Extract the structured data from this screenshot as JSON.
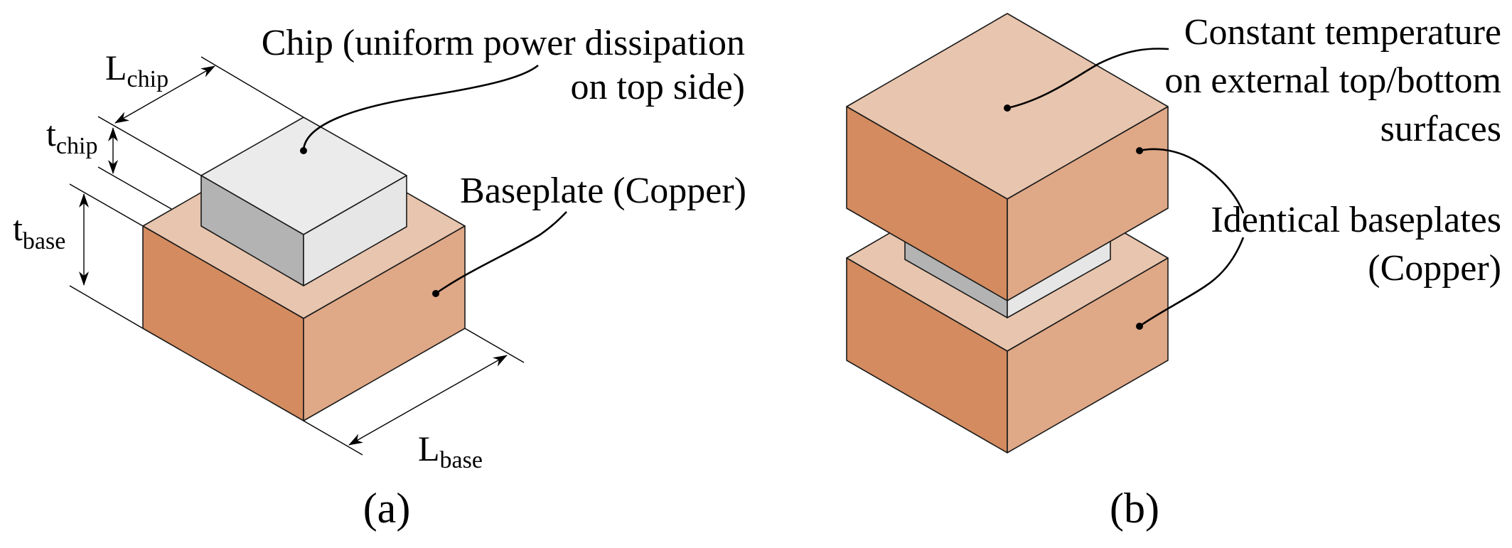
{
  "figure": {
    "panel_a": {
      "caption": "(a)",
      "labels": {
        "chip_line1": "Chip (uniform power  dissipation",
        "chip_line2": "on top side)",
        "baseplate": "Baseplate (Copper)"
      },
      "dimensions": {
        "L_chip": {
          "symbol": "L",
          "subscript": "chip"
        },
        "t_chip": {
          "symbol": "t",
          "subscript": "chip"
        },
        "t_base": {
          "symbol": "t",
          "subscript": "base"
        },
        "L_base": {
          "symbol": "L",
          "subscript": "base"
        }
      }
    },
    "panel_b": {
      "caption": "(b)",
      "labels": {
        "temp_line1": "Constant temperature",
        "temp_line2": "on external top/bottom",
        "temp_line3": "surfaces",
        "plates_line1": "Identical baseplates",
        "plates_line2": "(Copper)"
      }
    },
    "colors": {
      "copper_top": "#E8C5AE",
      "copper_left": "#D38B5F",
      "copper_right": "#DFA887",
      "chip_top": "#EBEBEB",
      "chip_left": "#B3B3B3",
      "chip_right": "#E6E6E6"
    }
  }
}
